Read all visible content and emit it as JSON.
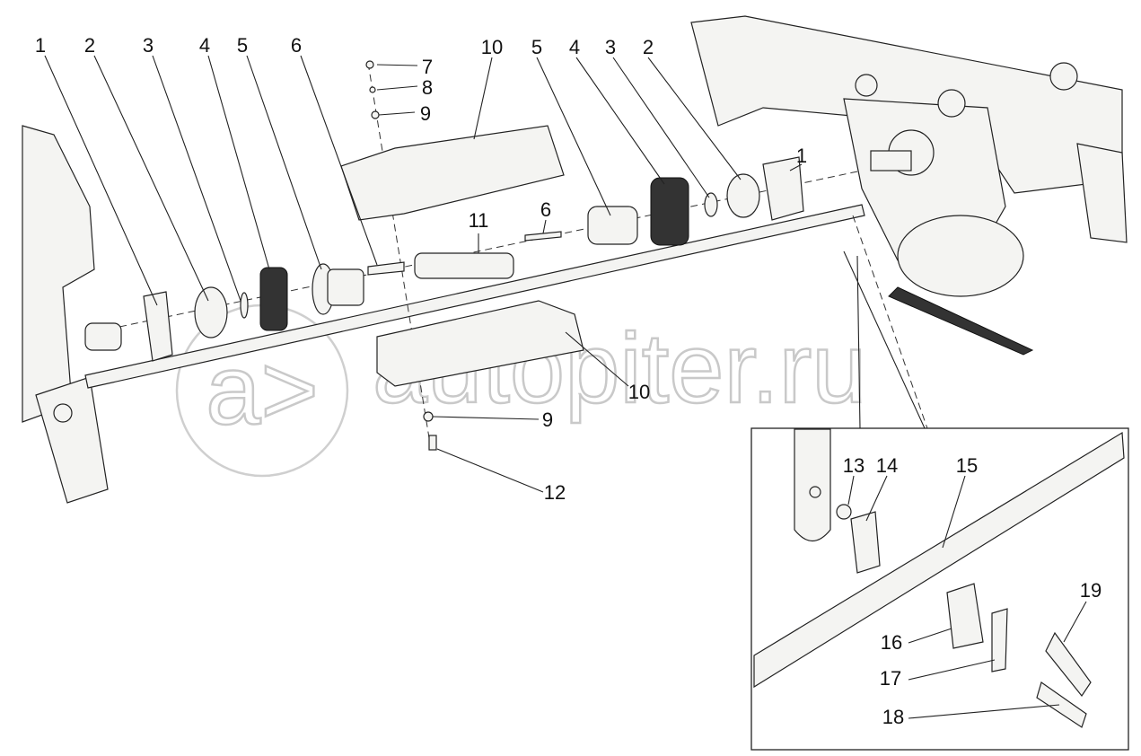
{
  "diagram": {
    "watermark": {
      "logo": "a>",
      "text": "autopiter.ru"
    },
    "callouts_left": [
      "1",
      "2",
      "3",
      "4",
      "5",
      "6"
    ],
    "callouts_fasteners_top": [
      "7",
      "8",
      "9"
    ],
    "callouts_right": [
      "10",
      "5",
      "4",
      "3",
      "2",
      "1"
    ],
    "callouts_middle": [
      "11",
      "6",
      "10",
      "9",
      "12"
    ],
    "callouts_inset": [
      "13",
      "14",
      "15",
      "16",
      "17",
      "18",
      "19"
    ]
  }
}
